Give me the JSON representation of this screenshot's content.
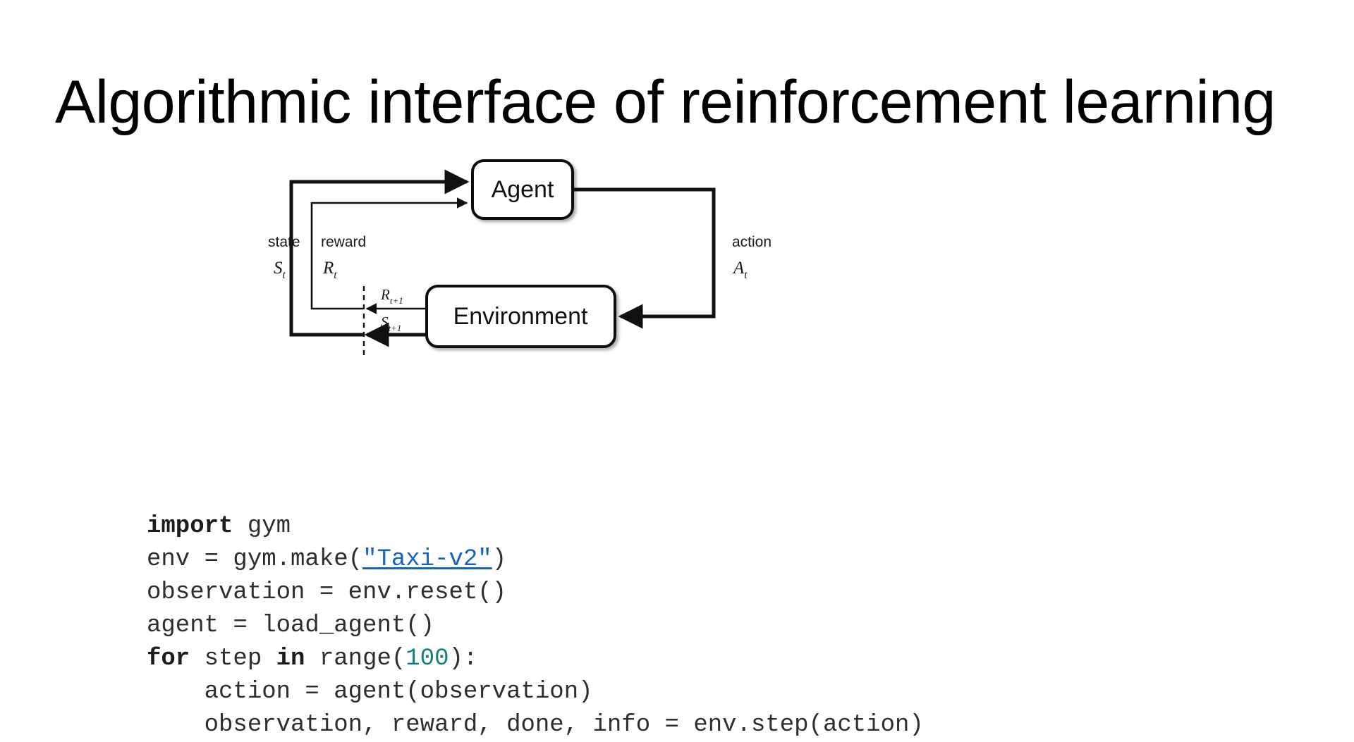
{
  "slide": {
    "title": "Algorithmic interface of reinforcement learning"
  },
  "diagram": {
    "name": "reinforcement-learning-loop",
    "nodes": {
      "agent": "Agent",
      "environment": "Environment"
    },
    "edges": {
      "state_word": "state",
      "state_symbol": "S",
      "state_subscript": "t",
      "reward_word": "reward",
      "reward_symbol": "R",
      "reward_subscript": "t",
      "action_word": "action",
      "action_symbol": "A",
      "action_subscript": "t",
      "next_reward_symbol": "R",
      "next_reward_subscript": "t+1",
      "next_state_symbol": "S",
      "next_state_subscript": "t+1"
    }
  },
  "code": {
    "language": "python",
    "colors": {
      "text": "#2e2e2e",
      "keyword": "#1c1c1c",
      "number": "#13807e",
      "link": "#1565c0"
    },
    "lines": [
      {
        "id": "line-1",
        "tokens": [
          {
            "t": "import",
            "k": "kw"
          },
          {
            "t": " gym",
            "k": "txt"
          }
        ]
      },
      {
        "id": "line-2",
        "tokens": [
          {
            "t": "env = gym.make(",
            "k": "txt"
          },
          {
            "t": "\"Taxi-v2\"",
            "k": "lnk"
          },
          {
            "t": ")",
            "k": "txt"
          }
        ]
      },
      {
        "id": "line-3",
        "tokens": [
          {
            "t": "observation = env.reset()",
            "k": "txt"
          }
        ]
      },
      {
        "id": "line-4",
        "tokens": [
          {
            "t": "agent = load_agent()",
            "k": "txt"
          }
        ]
      },
      {
        "id": "line-5",
        "tokens": [
          {
            "t": "for",
            "k": "kw"
          },
          {
            "t": " step ",
            "k": "txt"
          },
          {
            "t": "in",
            "k": "kw"
          },
          {
            "t": " range(",
            "k": "txt"
          },
          {
            "t": "100",
            "k": "num"
          },
          {
            "t": "):",
            "k": "txt"
          }
        ]
      },
      {
        "id": "line-6",
        "tokens": [
          {
            "t": "    action = agent(observation)",
            "k": "txt"
          }
        ]
      },
      {
        "id": "line-7",
        "tokens": [
          {
            "t": "    observation, reward, done, info = env.step(action)",
            "k": "txt"
          }
        ]
      }
    ]
  }
}
